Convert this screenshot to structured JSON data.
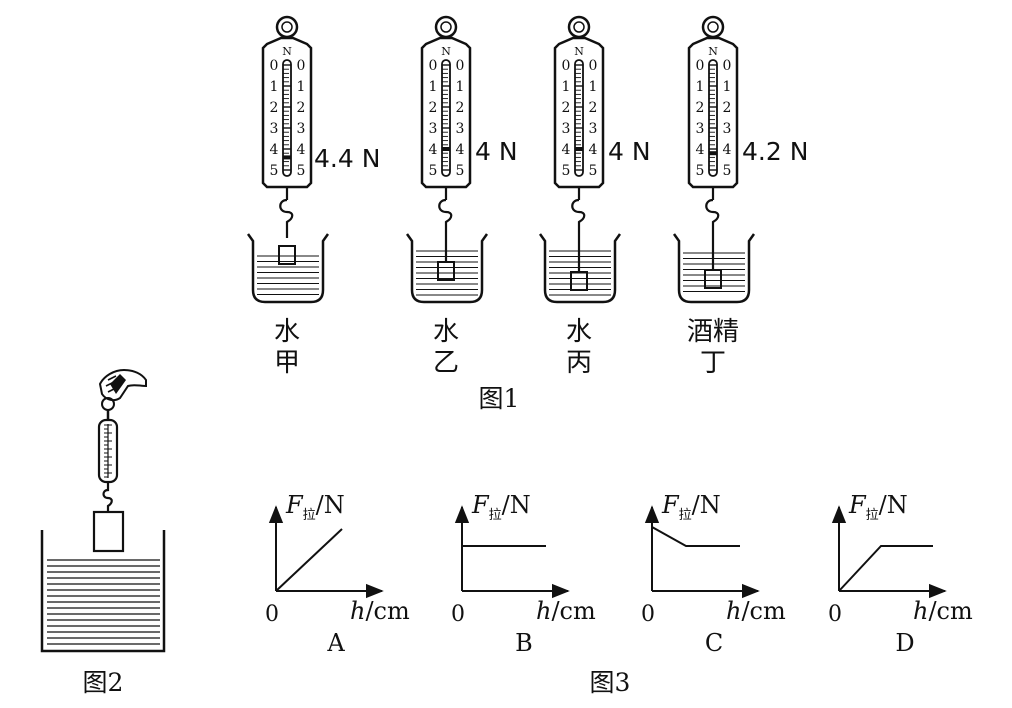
{
  "figure1": {
    "caption": "图1",
    "scale_unit": "N",
    "scale_numbers": [
      "0",
      "1",
      "2",
      "3",
      "4",
      "5"
    ],
    "setups": [
      {
        "reading": "4.4 N",
        "liquid": "水",
        "label": "甲",
        "fill_fraction": 0.88
      },
      {
        "reading": "4 N",
        "liquid": "水",
        "label": "乙",
        "fill_fraction": 0.8
      },
      {
        "reading": "4 N",
        "liquid": "水",
        "label": "丙",
        "fill_fraction": 0.8
      },
      {
        "reading": "4.2 N",
        "liquid": "酒精",
        "label": "丁",
        "fill_fraction": 0.84
      }
    ]
  },
  "figure2": {
    "caption": "图2"
  },
  "figure3": {
    "caption": "图3",
    "y_label_main": "F",
    "y_label_sub": "拉",
    "y_label_unit": "/N",
    "x_label_main": "h",
    "x_label_unit": "/cm",
    "origin": "0",
    "graphs": [
      {
        "label": "A",
        "shape": "rising-line"
      },
      {
        "label": "B",
        "shape": "constant"
      },
      {
        "label": "C",
        "shape": "falling-then-constant"
      },
      {
        "label": "D",
        "shape": "rising-then-constant"
      }
    ]
  }
}
